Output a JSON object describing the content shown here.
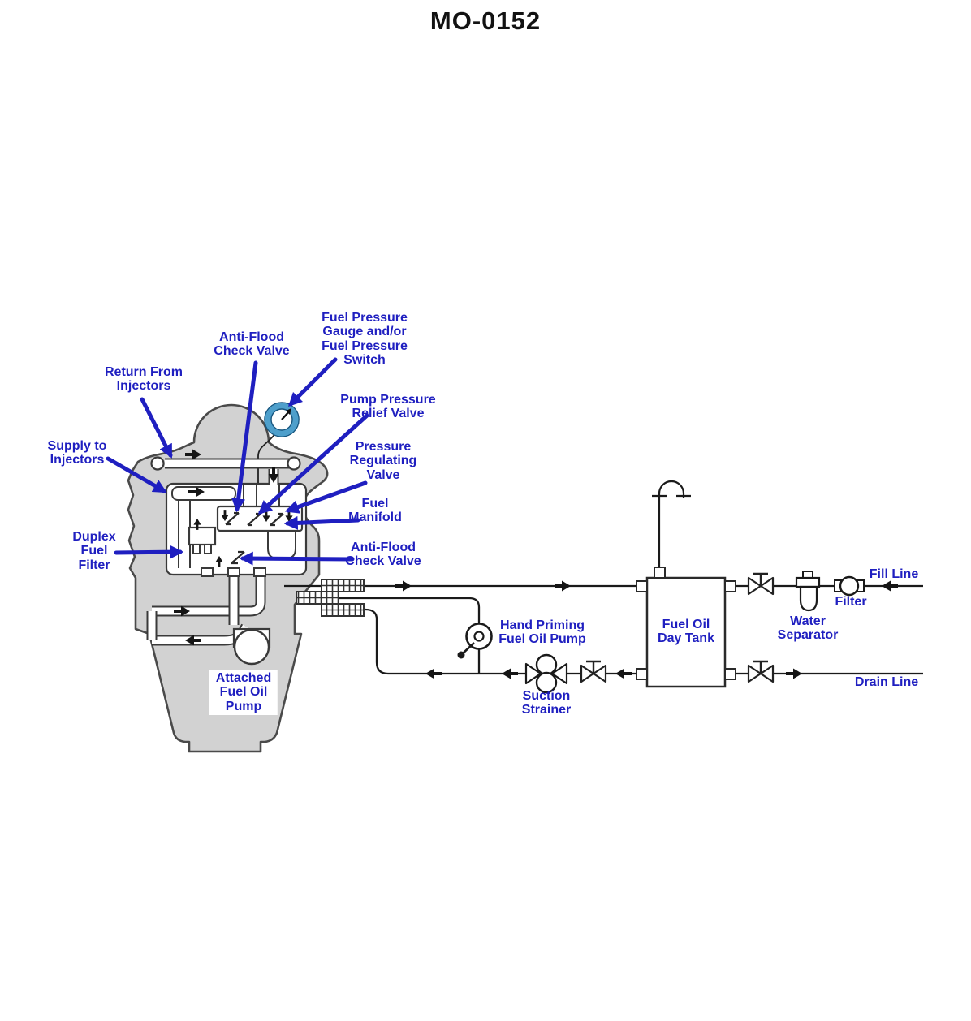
{
  "title": "MO-0152",
  "colors": {
    "label_blue": "#1f1fc0",
    "engine_gray": "#d2d2d2",
    "engine_outline": "#4a4a4a",
    "line_black": "#1a1a1a",
    "gauge_ring_blue": "#4e9fcb"
  },
  "labels": {
    "fuel_pressure_gauge": "Fuel Pressure\nGauge and/or\nFuel Pressure\nSwitch",
    "anti_flood_check_valve_top": "Anti-Flood\nCheck Valve",
    "return_from_injectors": "Return From\nInjectors",
    "pump_pressure_relief_valve": "Pump Pressure\nRelief Valve",
    "supply_to_injectors": "Supply to\nInjectors",
    "pressure_regulating_valve": "Pressure\nRegulating\nValve",
    "fuel_manifold": "Fuel\nManifold",
    "anti_flood_check_valve_lower": "Anti-Flood\nCheck Valve",
    "duplex_fuel_filter": "Duplex\nFuel\nFilter",
    "attached_fuel_oil_pump": "Attached\nFuel Oil\nPump",
    "hand_priming_fuel_oil_pump": "Hand Priming\nFuel Oil Pump",
    "suction_strainer": "Suction\nStrainer",
    "fuel_oil_day_tank": "Fuel Oil\nDay Tank",
    "water_separator": "Water\nSeparator",
    "filter": "Filter",
    "fill_line": "Fill Line",
    "drain_line": "Drain Line"
  }
}
